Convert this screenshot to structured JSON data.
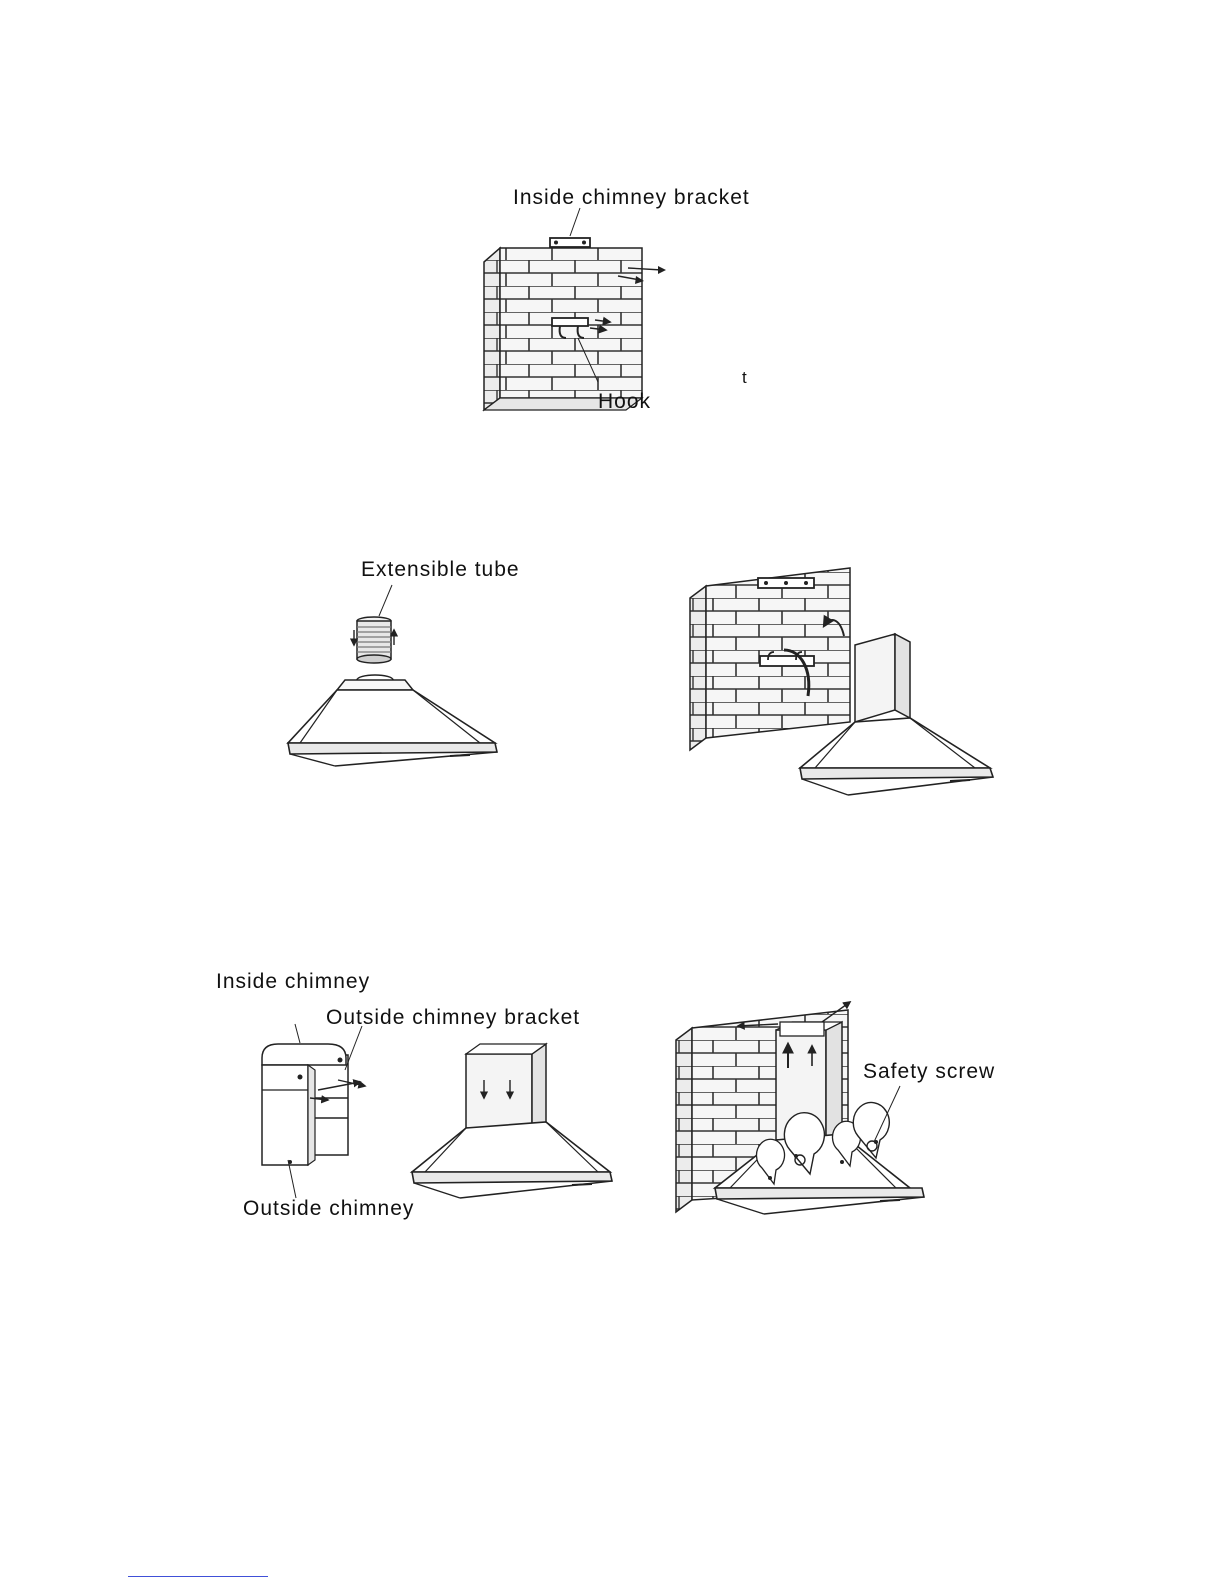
{
  "figure1": {
    "label_bracket": "Inside chimney bracket",
    "label_hook": "Hook",
    "stray_glyph": "t"
  },
  "figure2": {
    "label_tube": "Extensible tube"
  },
  "figure4": {
    "label_inside_chimney": "Inside chimney",
    "label_outside_bracket": "Outside chimney bracket",
    "label_outside_chimney": "Outside chimney"
  },
  "figure6": {
    "label_safety_screw": "Safety screw"
  },
  "colors": {
    "line": "#222222",
    "brick_fill": "#f4f4f4",
    "footer_rule": "#4050d8"
  }
}
